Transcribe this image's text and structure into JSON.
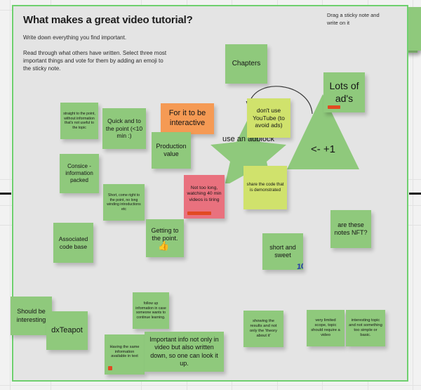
{
  "header": {
    "title": "What makes a great video tutorial?",
    "instruction_1": "Write down everything you find important.",
    "instruction_2": "Read through what others have written. Select three most important things and vote for them by adding an emoji to the sticky note.",
    "drag_hint": "Drag a sticky note and write on it"
  },
  "colors": {
    "board_border": "#6fd06f",
    "board_bg": "#e4e4e4",
    "note_green": "#8fc97c",
    "note_lime": "#d0e26c",
    "note_orange": "#f59a54",
    "note_pink": "#e9717e",
    "vote_bar": "#e24a22",
    "canvas_bg": "#f2f2f2",
    "grid_line": "#e2e2e2",
    "text": "#151515"
  },
  "notes": [
    {
      "id": "straight-to-the-point",
      "text": "straight to the point, without information that's not useful to the topic",
      "color": "green",
      "size": "small"
    },
    {
      "id": "consice-information-packed",
      "text": "Consice - information packed",
      "color": "green",
      "size": "medium"
    },
    {
      "id": "quick-and-to-the-point",
      "text": "Quick and to the point (<10 min :)",
      "color": "green",
      "size": "medium"
    },
    {
      "id": "short-come-right-to-the-point",
      "text": "Short, come right to the point, no long winding introductions etc",
      "color": "green",
      "size": "small"
    },
    {
      "id": "for-it-to-be-interactive",
      "text": "For it to be interactive",
      "color": "orange",
      "size": "medium"
    },
    {
      "id": "production-value",
      "text": "Production value",
      "color": "green",
      "size": "medium"
    },
    {
      "id": "chapters",
      "text": "Chapters",
      "color": "green",
      "size": "medium"
    },
    {
      "id": "dont-use-youtube",
      "text": "don't use YouTube (to avoid ads)",
      "color": "lime",
      "size": "medium"
    },
    {
      "id": "lots-of-ads",
      "text": "Lots of ad's",
      "color": "green",
      "size": "medium",
      "vote": true
    },
    {
      "id": "share-the-code",
      "text": "share the code that is demonstrated",
      "color": "lime",
      "size": "medium"
    },
    {
      "id": "not-too-long",
      "text": "Not too long, watching 40 min videos is tiring",
      "color": "pink",
      "size": "medium",
      "vote": true
    },
    {
      "id": "getting-to-the-point",
      "text": "Getting to the point.",
      "color": "green",
      "size": "medium",
      "emoji": "thumbs-up"
    },
    {
      "id": "associated-code-base",
      "text": "Associated code base",
      "color": "green",
      "size": "medium"
    },
    {
      "id": "short-and-sweet",
      "text": "short and sweet",
      "color": "green",
      "size": "medium",
      "emoji": "hundred"
    },
    {
      "id": "are-these-notes-nft",
      "text": "are these notes NFT?",
      "color": "green",
      "size": "medium"
    },
    {
      "id": "should-be-interesting",
      "text": "Should be interesting",
      "color": "green",
      "size": "medium"
    },
    {
      "id": "dxteapot",
      "text": "dxTeapot",
      "color": "green",
      "size": "medium"
    },
    {
      "id": "follow-up-information",
      "text": "follow up information in case someone wants to continue learning.",
      "color": "green",
      "size": "small"
    },
    {
      "id": "having-the-same-information",
      "text": "Having the same information available in text",
      "color": "green",
      "size": "small",
      "vote": true
    },
    {
      "id": "important-info-not-only-in-video",
      "text": "Important info not only in video but also written down, so one can look it up.",
      "color": "green",
      "size": "wide"
    },
    {
      "id": "showing-the-results",
      "text": "showing the results and not only the 'theory about it'",
      "color": "green",
      "size": "small"
    },
    {
      "id": "very-limited-scope",
      "text": "very limited scope, topic should require a video",
      "color": "green",
      "size": "small"
    },
    {
      "id": "interesting-topic",
      "text": "interesting topic and not something too simple or basic.",
      "color": "green",
      "size": "small"
    }
  ],
  "shapes": [
    {
      "id": "adblock-star",
      "type": "star",
      "text": "use an adblock",
      "color": "#8fc97c"
    },
    {
      "id": "vote-triangle",
      "type": "triangle",
      "text": "<- +1",
      "color": "#8fc97c"
    }
  ],
  "connector": {
    "id": "curved-arrow",
    "from": "vote-triangle",
    "to": "dont-use-youtube"
  },
  "stack": {
    "id": "sticky-note-stack",
    "count": 2,
    "color": "#8fc97c"
  }
}
